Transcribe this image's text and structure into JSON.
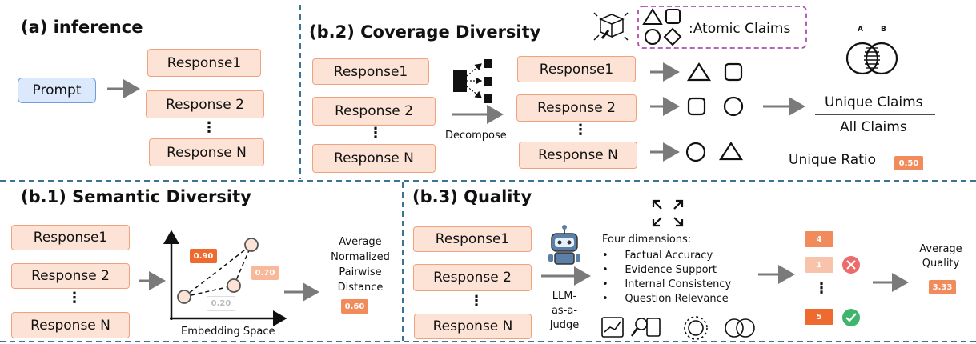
{
  "panel_a": {
    "title": "(a) inference",
    "prompt": "Prompt",
    "responses": [
      "Response1",
      "Response 2",
      "Response N"
    ],
    "ellipsis": "⋮"
  },
  "panel_b2": {
    "title": "(b.2) Coverage Diversity",
    "legend": ":Atomic Claims",
    "responses_in": [
      "Response1",
      "Response 2",
      "Response N"
    ],
    "decompose_label": "Decompose",
    "responses_out": [
      "Response1",
      "Response 2",
      "Response N"
    ],
    "ellipsis": "⋮",
    "fraction_top": "Unique Claims",
    "fraction_bottom": "All Claims",
    "venn_a": "A",
    "venn_b": "B",
    "unique_ratio_label": "Unique Ratio",
    "unique_ratio_value": "0.50"
  },
  "panel_b1": {
    "title": "(b.1) Semantic Diversity",
    "responses": [
      "Response1",
      "Response 2",
      "Response N"
    ],
    "ellipsis": "⋮",
    "distances": [
      "0.90",
      "0.70",
      "0.20"
    ],
    "axis_label": "Embedding Space",
    "result_lines": [
      "Average",
      "Normalized",
      "Pairwise",
      "Distance"
    ],
    "result_value": "0.60"
  },
  "panel_b3": {
    "title": "(b.3) Quality",
    "responses": [
      "Response1",
      "Response 2",
      "Response N"
    ],
    "ellipsis": "⋮",
    "judge_lines": [
      "LLM-",
      "as-a-",
      "Judge"
    ],
    "dimensions_title": "Four dimensions:",
    "dimensions": [
      "Factual Accuracy",
      "Evidence Support",
      "Internal Consistency",
      "Question Relevance"
    ],
    "scores": [
      "4",
      "1",
      "5"
    ],
    "result_lines": [
      "Average",
      "Quality"
    ],
    "result_value": "3.33"
  },
  "colors": {
    "response_fill": "#fde3d6",
    "response_border": "#f0a27e",
    "prompt_fill": "#dce8fb",
    "prompt_border": "#6f9be0",
    "divider": "#3b7390",
    "badge_orange": "#ee6a2f",
    "badge_light": "#f7b99a",
    "legend_border": "#b04fb0",
    "red": "#ec6b6b",
    "green": "#3fb46b"
  }
}
